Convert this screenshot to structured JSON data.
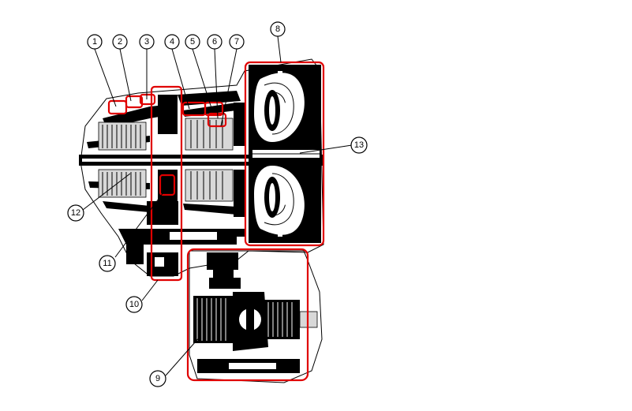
{
  "diagram": {
    "callouts": [
      {
        "id": "c1",
        "label": "1"
      },
      {
        "id": "c2",
        "label": "2"
      },
      {
        "id": "c3",
        "label": "3"
      },
      {
        "id": "c4",
        "label": "4"
      },
      {
        "id": "c5",
        "label": "5"
      },
      {
        "id": "c6",
        "label": "6"
      },
      {
        "id": "c7",
        "label": "7"
      },
      {
        "id": "c8",
        "label": "8"
      },
      {
        "id": "c9",
        "label": "9"
      },
      {
        "id": "c10",
        "label": "10"
      },
      {
        "id": "c11",
        "label": "11"
      },
      {
        "id": "c12",
        "label": "12"
      },
      {
        "id": "c13",
        "label": "13"
      }
    ],
    "colors": {
      "highlight": "#e00000",
      "ink": "#000000",
      "paper": "#ffffff"
    }
  }
}
